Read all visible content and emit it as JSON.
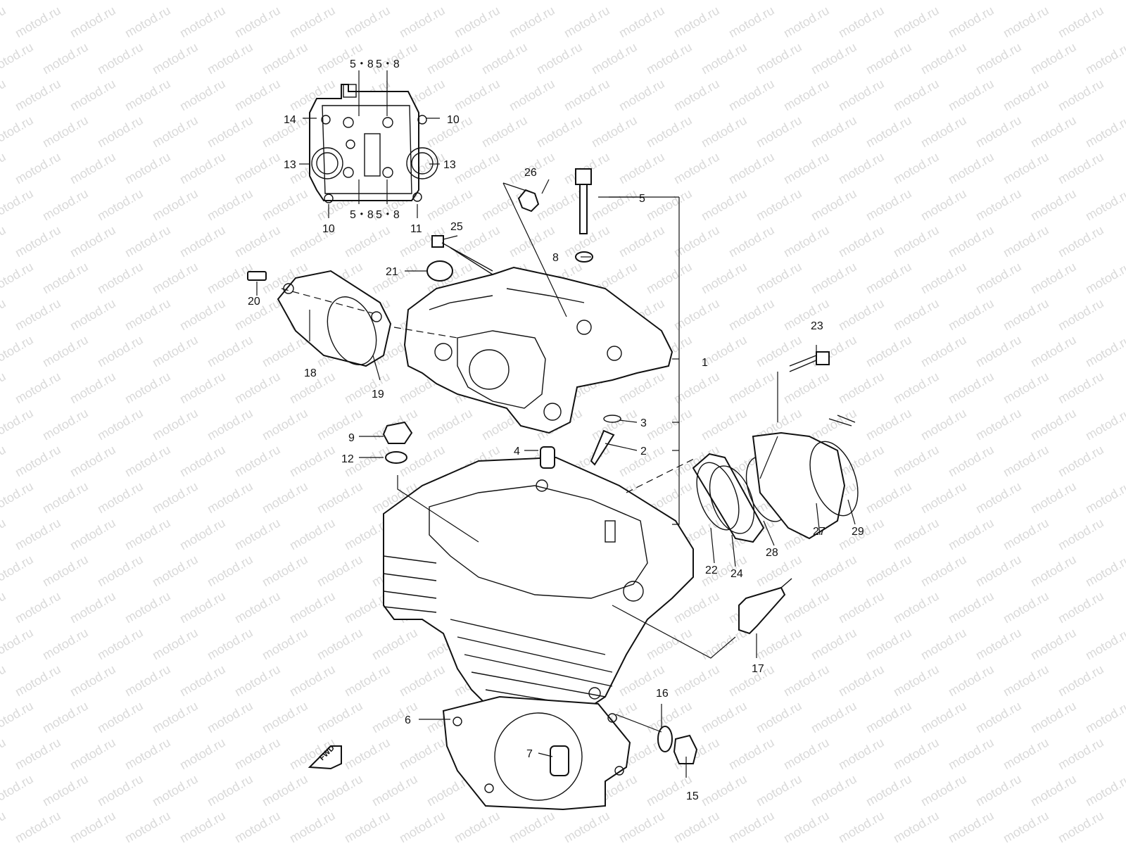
{
  "watermark": {
    "text": "motod.ru"
  },
  "direction_marker": {
    "text": "FWD"
  },
  "callouts": {
    "c1": "1",
    "c2": "2",
    "c3": "3",
    "c4": "4",
    "c5": "5",
    "c6": "6",
    "c7": "7",
    "c8": "8",
    "c9": "9",
    "c10a": "10",
    "c10b": "10",
    "c11": "11",
    "c12": "12",
    "c13a": "13",
    "c13b": "13",
    "c14": "14",
    "c15": "15",
    "c16": "16",
    "c17": "17",
    "c18": "18",
    "c19": "19",
    "c20": "20",
    "c21": "21",
    "c22": "22",
    "c23": "23",
    "c24": "24",
    "c25": "25",
    "c26": "26",
    "c27": "27",
    "c28": "28",
    "c29": "29",
    "c58a": "5・8",
    "c58b": "5・8",
    "c58c": "5・8",
    "c58d": "5・8"
  }
}
